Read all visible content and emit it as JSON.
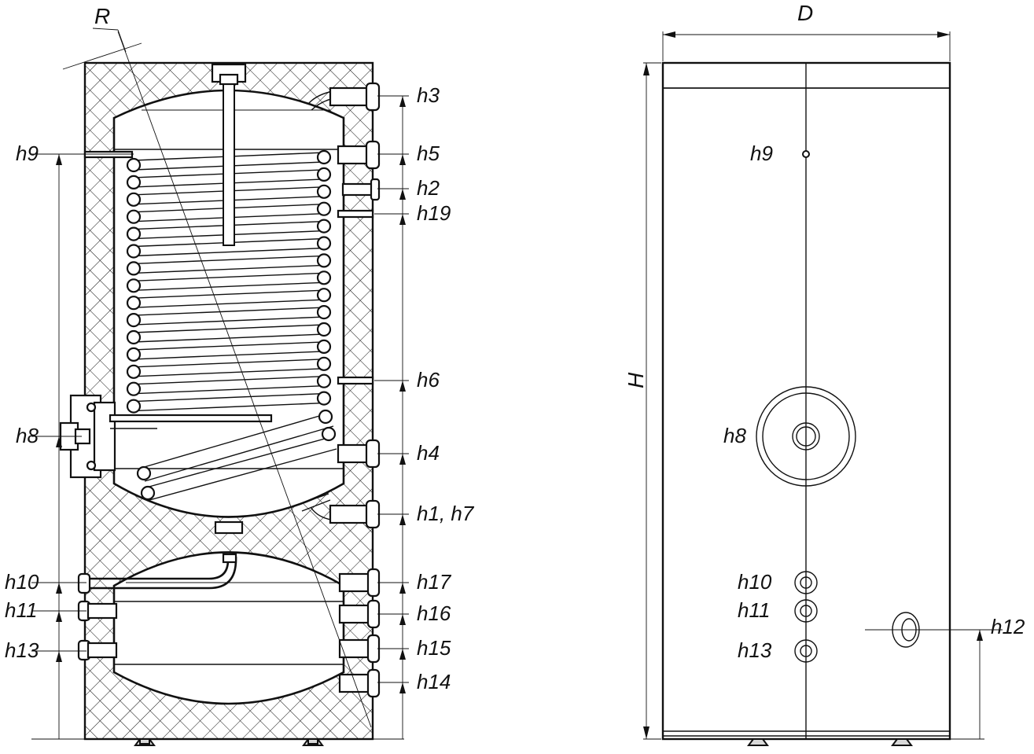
{
  "labels": {
    "R": "R",
    "D": "D",
    "H": "H",
    "h1_h7": "h1, h7",
    "h2": "h2",
    "h3": "h3",
    "h4": "h4",
    "h5": "h5",
    "h6": "h6",
    "h8": "h8",
    "h9": "h9",
    "h10": "h10",
    "h11": "h11",
    "h12": "h12",
    "h13": "h13",
    "h14": "h14",
    "h15": "h15",
    "h16": "h16",
    "h17": "h17",
    "h19": "h19"
  },
  "colors": {
    "line": "#111111",
    "insulation_hatch": "#111111",
    "background": "#ffffff"
  }
}
